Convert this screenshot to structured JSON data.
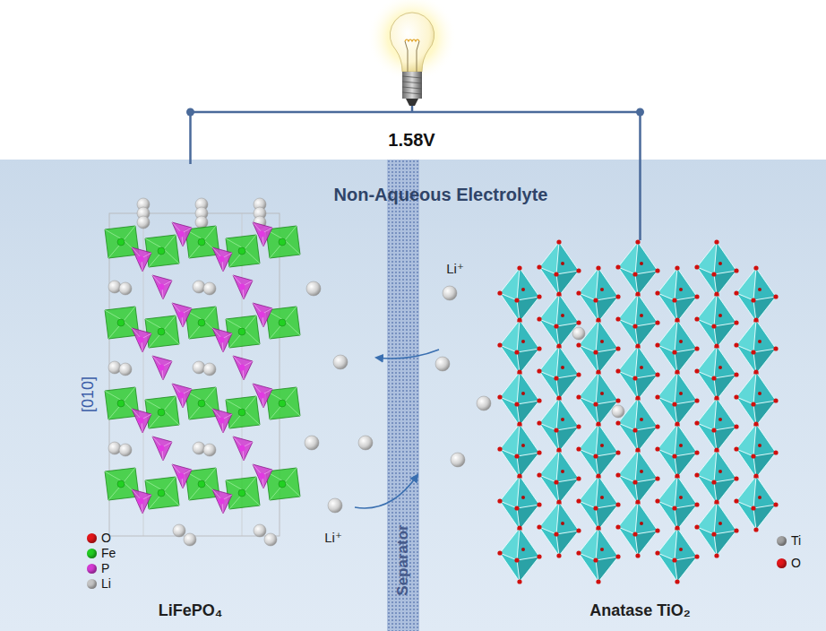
{
  "diagram": {
    "nodes": [
      {
        "text": [
          "Non-Aqueous Electrolyte"
        ]
      },
      {
        "text": [
          "Separator"
        ],
        "in": 0
      },
      {
        "text": [
          "LiFePO₄"
        ],
        "in": 0
      },
      {
        "text": [
          "Anatase TiO₂"
        ],
        "in": 0
      }
    ],
    "edges": [
      {
        "from": 2,
        "to": 3,
        "arrow": "none",
        "label": "1.58V"
      }
    ],
    "labels": [
      "Li⁺",
      "Li⁺",
      "[010]"
    ],
    "legend": [
      {
        "text": "O",
        "color": "#e3161a"
      },
      {
        "text": "Fe",
        "color": "#22cc22"
      },
      {
        "text": "P",
        "color": "#d33ad3"
      },
      {
        "text": "Li",
        "color": "#c4c4c4"
      },
      {
        "text": "Ti",
        "color": "#a2a2a2"
      },
      {
        "text": "O",
        "color": "#e3161a"
      }
    ]
  }
}
